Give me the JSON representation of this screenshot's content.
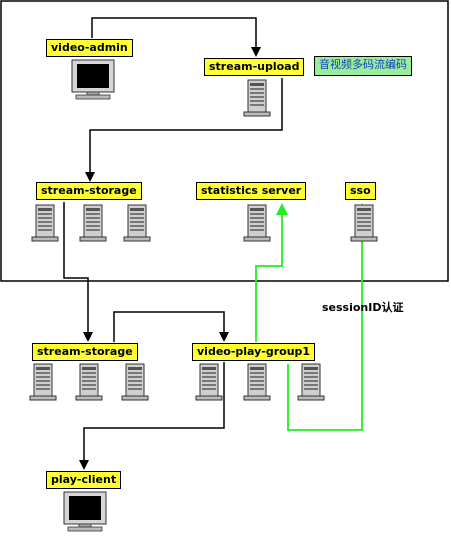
{
  "nodes": {
    "video_admin": "video-admin",
    "stream_upload": "stream-upload",
    "stream_storage_top": "stream-storage",
    "statistics_server": "statistics server",
    "sso": "sso",
    "stream_storage_bottom": "stream-storage",
    "video_play_group": "video-play-group1",
    "play_client": "play-client"
  },
  "note": "音视频多码流编码",
  "edge_label": "sessionID认证",
  "colors": {
    "label_fill": "#ffff33",
    "note_fill": "#99ee99",
    "auth_line": "#22ee22"
  }
}
